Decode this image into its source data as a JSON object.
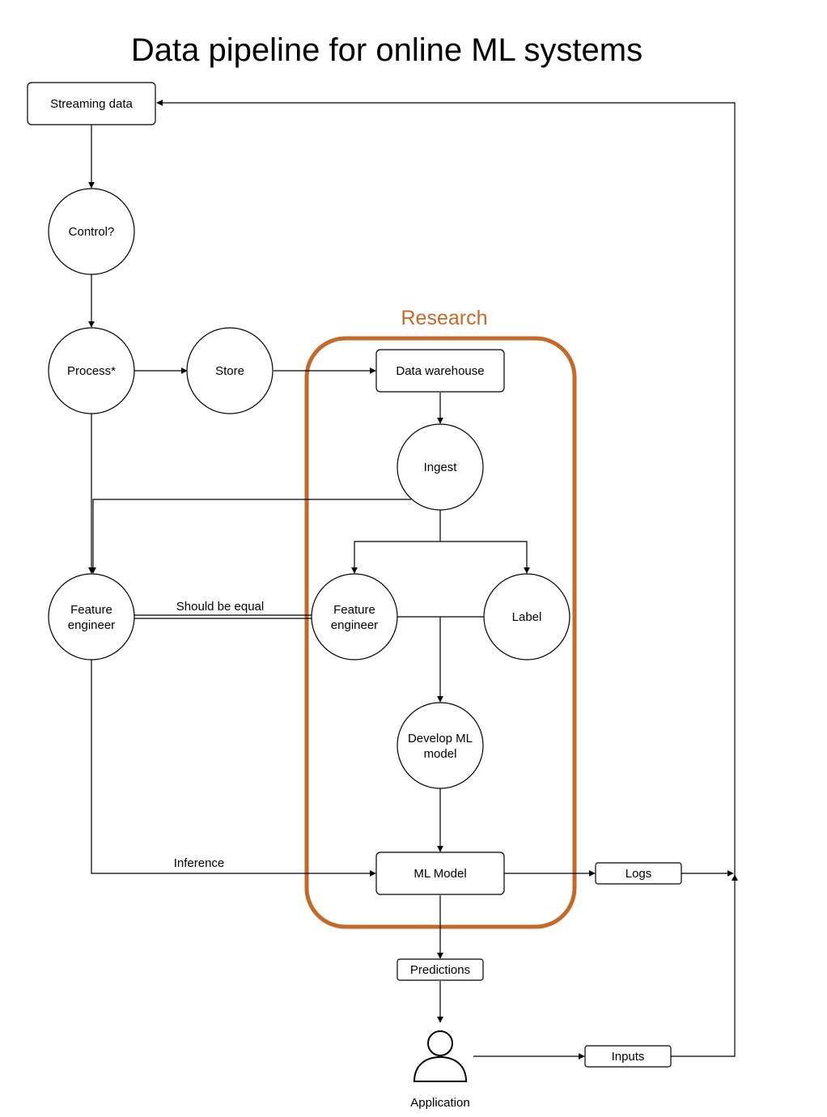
{
  "title": "Data pipeline for online ML systems",
  "group": {
    "label": "Research",
    "color": "#C5692A"
  },
  "nodes": {
    "streaming_data": "Streaming data",
    "control": "Control?",
    "process": "Process*",
    "store": "Store",
    "data_warehouse": "Data warehouse",
    "ingest": "Ingest",
    "feature_engineer_online": [
      "Feature",
      "engineer"
    ],
    "feature_engineer_research": [
      "Feature",
      "engineer"
    ],
    "label": "Label",
    "develop_ml_model": [
      "Develop ML",
      "model"
    ],
    "ml_model": "ML Model",
    "logs": "Logs",
    "predictions": "Predictions",
    "inputs": "Inputs",
    "application": "Application"
  },
  "edge_labels": {
    "should_be_equal": "Should be equal",
    "inference": "Inference"
  },
  "icons": {
    "application": "user-icon"
  }
}
